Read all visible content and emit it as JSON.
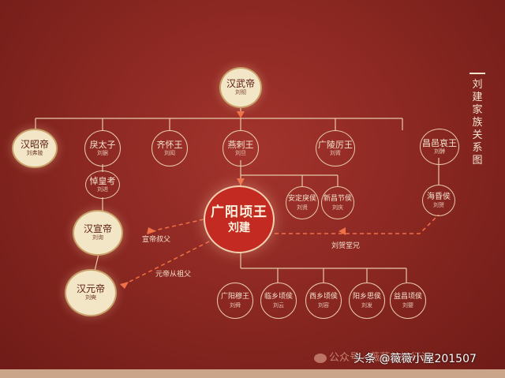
{
  "title": "刘建家族关系图",
  "top": {
    "name": "汉武帝",
    "sub": "刘彻"
  },
  "row2": [
    {
      "name": "汉昭帝",
      "sub": "刘弗陵"
    },
    {
      "name": "戾太子",
      "sub": "刘据"
    },
    {
      "name": "齐怀王",
      "sub": "刘闳"
    },
    {
      "name": "燕剌王",
      "sub": "刘旦"
    },
    {
      "name": "广陵厉王",
      "sub": "刘胥"
    },
    {
      "name": "昌邑哀王",
      "sub": "刘髆"
    }
  ],
  "dao": {
    "name": "悼皇考",
    "sub": "刘进"
  },
  "xuan": {
    "name": "汉宣帝",
    "sub": "刘询"
  },
  "yuan": {
    "name": "汉元帝",
    "sub": "刘奭"
  },
  "main": {
    "name": "广阳顷王",
    "sub": "刘建"
  },
  "brothers": [
    {
      "name": "安定戾侯",
      "sub": "刘贤"
    },
    {
      "name": "新昌节侯",
      "sub": "刘庆"
    }
  ],
  "haihun": {
    "name": "海昏侯",
    "sub": "刘贺"
  },
  "children": [
    {
      "name": "广阳穆王",
      "sub": "刘舜"
    },
    {
      "name": "临乡顷侯",
      "sub": "刘云"
    },
    {
      "name": "西乡顷侯",
      "sub": "刘容"
    },
    {
      "name": "阳乡思侯",
      "sub": "刘发"
    },
    {
      "name": "益昌顷侯",
      "sub": "刘婴"
    }
  ],
  "labels": {
    "xuan_rel": "宣帝叔父",
    "yuan_rel": "元帝从祖父",
    "hehe_rel": "刘贺堂兄"
  },
  "watermark": "公众号 · 薇薇炫炫行记",
  "credit": "头条 @薇薇小屋201507",
  "colors": {
    "background": "#8c2822",
    "line": "#e8c9a8",
    "arrow": "#f07048",
    "main": "#c22a22",
    "filled": "#f3e6c6"
  }
}
